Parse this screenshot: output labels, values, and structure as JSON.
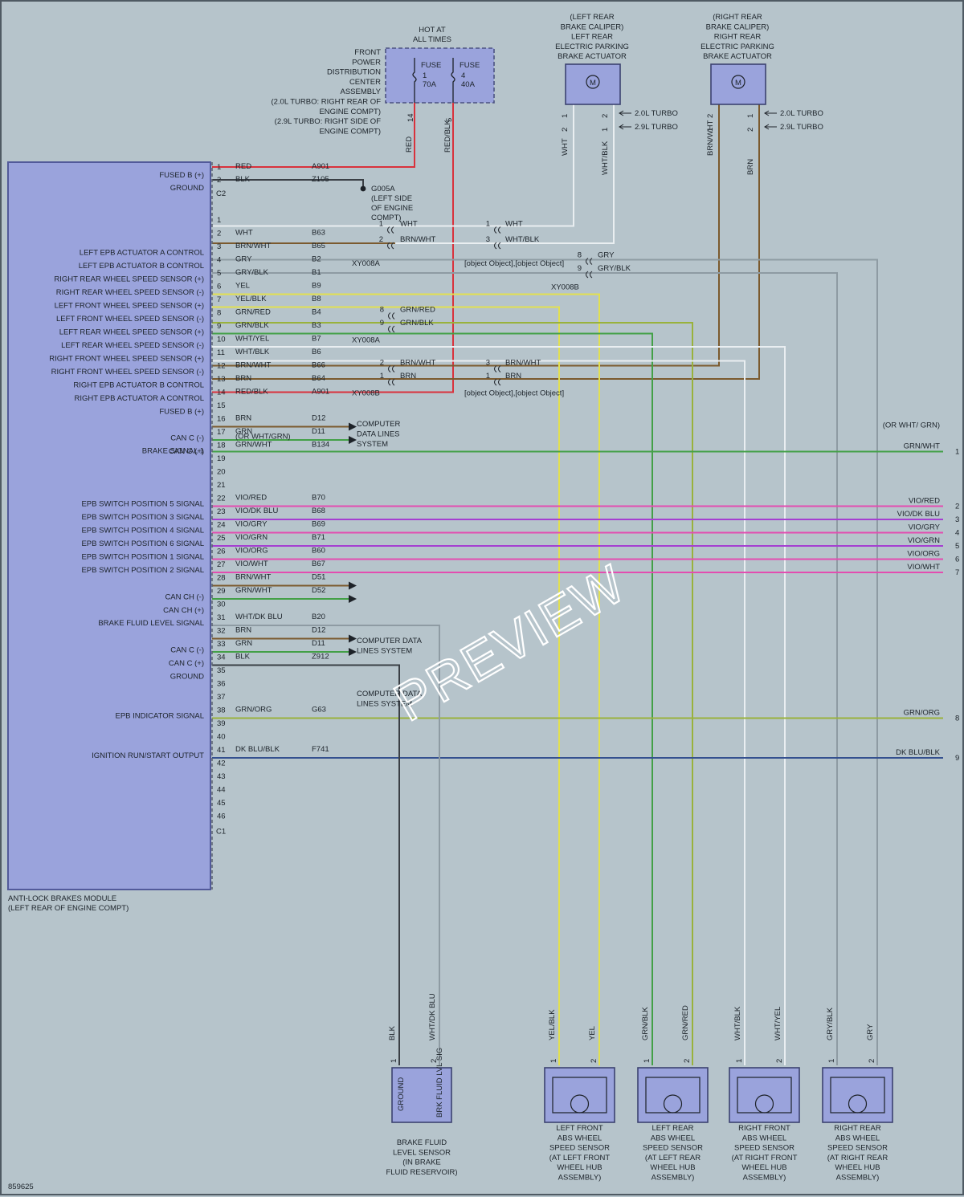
{
  "module": {
    "name_lines": [
      "ANTI-LOCK BRAKES MODULE",
      "(LEFT REAR OF ENGINE COMPT)"
    ],
    "connector_c2": "C2",
    "connector_c1": "C1"
  },
  "c2_pins": [
    {
      "pin": "1",
      "label": "FUSED B (+)",
      "color": "RED",
      "circuit": "A901"
    },
    {
      "pin": "2",
      "label": "GROUND",
      "color": "BLK",
      "circuit": "Z105"
    }
  ],
  "c1_pins": [
    {
      "pin": "1",
      "label": "",
      "color": "",
      "circuit": ""
    },
    {
      "pin": "2",
      "label": "LEFT EPB ACTUATOR A CONTROL",
      "color": "WHT",
      "circuit": "B63"
    },
    {
      "pin": "3",
      "label": "LEFT EPB ACTUATOR B CONTROL",
      "color": "BRN/WHT",
      "circuit": "B65"
    },
    {
      "pin": "4",
      "label": "RIGHT REAR WHEEL SPEED SENSOR (+)",
      "color": "GRY",
      "circuit": "B2"
    },
    {
      "pin": "5",
      "label": "RIGHT REAR WHEEL SPEED SENSOR (-)",
      "color": "GRY/BLK",
      "circuit": "B1"
    },
    {
      "pin": "6",
      "label": "LEFT FRONT WHEEL SPEED SENSOR (+)",
      "color": "YEL",
      "circuit": "B9"
    },
    {
      "pin": "7",
      "label": "LEFT FRONT WHEEL SPEED SENSOR (-)",
      "color": "YEL/BLK",
      "circuit": "B8"
    },
    {
      "pin": "8",
      "label": "LEFT REAR WHEEL SPEED SENSOR (+)",
      "color": "GRN/RED",
      "circuit": "B4"
    },
    {
      "pin": "9",
      "label": "LEFT REAR WHEEL SPEED SENSOR (-)",
      "color": "GRN/BLK",
      "circuit": "B3"
    },
    {
      "pin": "10",
      "label": "RIGHT FRONT WHEEL SPEED SENSOR (+)",
      "color": "WHT/YEL",
      "circuit": "B7"
    },
    {
      "pin": "11",
      "label": "RIGHT FRONT WHEEL SPEED SENSOR (-)",
      "color": "WHT/BLK",
      "circuit": "B6"
    },
    {
      "pin": "12",
      "label": "RIGHT EPB ACTUATOR B CONTROL",
      "color": "BRN/WHT",
      "circuit": "B66"
    },
    {
      "pin": "13",
      "label": "RIGHT EPB ACTUATOR A CONTROL",
      "color": "BRN",
      "circuit": "B64"
    },
    {
      "pin": "14",
      "label": "FUSED B (+)",
      "color": "RED/BLK",
      "circuit": "A901"
    },
    {
      "pin": "15",
      "label": "",
      "color": "",
      "circuit": ""
    },
    {
      "pin": "16",
      "label": "CAN C (-)",
      "color": "BRN",
      "circuit": "D12"
    },
    {
      "pin": "17",
      "label": "CAN C (+)",
      "color": "GRN",
      "circuit": "D11"
    },
    {
      "pin": "18",
      "label": "BRAKE SIGNAL 1",
      "color": "GRN/WHT",
      "circuit": "B134",
      "note": "(OR WHT/GRN)"
    },
    {
      "pin": "19",
      "label": "",
      "color": "",
      "circuit": ""
    },
    {
      "pin": "20",
      "label": "",
      "color": "",
      "circuit": ""
    },
    {
      "pin": "21",
      "label": "",
      "color": "",
      "circuit": ""
    },
    {
      "pin": "22",
      "label": "EPB SWITCH POSITION 5 SIGNAL",
      "color": "VIO/RED",
      "circuit": "B70"
    },
    {
      "pin": "23",
      "label": "EPB SWITCH POSITION 3 SIGNAL",
      "color": "VIO/DK BLU",
      "circuit": "B68"
    },
    {
      "pin": "24",
      "label": "EPB SWITCH POSITION 4 SIGNAL",
      "color": "VIO/GRY",
      "circuit": "B69"
    },
    {
      "pin": "25",
      "label": "EPB SWITCH POSITION 6 SIGNAL",
      "color": "VIO/GRN",
      "circuit": "B71"
    },
    {
      "pin": "26",
      "label": "EPB SWITCH POSITION 1 SIGNAL",
      "color": "VIO/ORG",
      "circuit": "B60"
    },
    {
      "pin": "27",
      "label": "EPB SWITCH POSITION 2 SIGNAL",
      "color": "VIO/WHT",
      "circuit": "B67"
    },
    {
      "pin": "28",
      "label": "CAN CH (-)",
      "color": "BRN/WHT",
      "circuit": "D51"
    },
    {
      "pin": "29",
      "label": "CAN CH (+)",
      "color": "GRN/WHT",
      "circuit": "D52"
    },
    {
      "pin": "30",
      "label": "",
      "color": "",
      "circuit": ""
    },
    {
      "pin": "31",
      "label": "BRAKE FLUID LEVEL SIGNAL",
      "color": "WHT/DK BLU",
      "circuit": "B20"
    },
    {
      "pin": "32",
      "label": "CAN C (-)",
      "color": "BRN",
      "circuit": "D12"
    },
    {
      "pin": "33",
      "label": "CAN C (+)",
      "color": "GRN",
      "circuit": "D11"
    },
    {
      "pin": "34",
      "label": "GROUND",
      "color": "BLK",
      "circuit": "Z912"
    },
    {
      "pin": "35",
      "label": "",
      "color": "",
      "circuit": ""
    },
    {
      "pin": "36",
      "label": "",
      "color": "",
      "circuit": ""
    },
    {
      "pin": "37",
      "label": "",
      "color": "",
      "circuit": ""
    },
    {
      "pin": "38",
      "label": "EPB INDICATOR SIGNAL",
      "color": "GRN/ORG",
      "circuit": "G63"
    },
    {
      "pin": "39",
      "label": "",
      "color": "",
      "circuit": ""
    },
    {
      "pin": "40",
      "label": "",
      "color": "",
      "circuit": ""
    },
    {
      "pin": "41",
      "label": "IGNITION RUN/START OUTPUT",
      "color": "DK BLU/BLK",
      "circuit": "F741"
    },
    {
      "pin": "42",
      "label": "",
      "color": "",
      "circuit": ""
    },
    {
      "pin": "43",
      "label": "",
      "color": "",
      "circuit": ""
    },
    {
      "pin": "44",
      "label": "",
      "color": "",
      "circuit": ""
    },
    {
      "pin": "45",
      "label": "",
      "color": "",
      "circuit": ""
    },
    {
      "pin": "46",
      "label": "",
      "color": "",
      "circuit": ""
    }
  ],
  "fuse_block": {
    "hot_lines": [
      "HOT AT",
      "ALL TIMES"
    ],
    "name_lines": [
      "FRONT",
      "POWER",
      "DISTRIBUTION",
      "CENTER",
      "ASSEMBLY",
      "(2.0L TURBO: RIGHT REAR OF",
      "ENGINE COMPT)",
      "(2.9L TURBO: RIGHT SIDE OF",
      "ENGINE COMPT)"
    ],
    "fuses": [
      {
        "label": "FUSE",
        "number": "1",
        "rating": "70A",
        "pin": "14",
        "wire": "RED"
      },
      {
        "label": "FUSE",
        "number": "4",
        "rating": "40A",
        "pin": "5",
        "wire": "RED/BLK"
      }
    ]
  },
  "ground_g005a": {
    "lines": [
      "G005A",
      "(LEFT SIDE",
      "OF ENGINE",
      "COMPT)"
    ]
  },
  "actuators": [
    {
      "lines": [
        "(LEFT REAR",
        "BRAKE CALIPER)",
        "LEFT REAR",
        "ELECTRIC PARKING",
        "BRAKE ACTUATOR"
      ],
      "motor": "M",
      "pins": [
        {
          "a": "1",
          "b": "2",
          "wire": "WHT"
        },
        {
          "a": "2",
          "b": "1",
          "wire": "WHT/BLK"
        }
      ],
      "turbo": [
        "2.0L TURBO",
        "2.9L TURBO"
      ]
    },
    {
      "lines": [
        "(RIGHT REAR",
        "BRAKE CALIPER)",
        "RIGHT REAR",
        "ELECTRIC PARKING",
        "BRAKE ACTUATOR"
      ],
      "motor": "M",
      "pins": [
        {
          "a": "2",
          "b": "1",
          "wire": "BRN/WHT"
        },
        {
          "a": "1",
          "b": "2",
          "wire": "BRN"
        }
      ],
      "turbo": [
        "2.0L TURBO",
        "2.9L TURBO"
      ]
    }
  ],
  "inline_connectors": {
    "xy008a": "XY008A",
    "xy008b": "XY008B",
    "xy214": [
      {
        "pin": "1",
        "color": "WHT"
      },
      {
        "pin": "3",
        "color": "WHT/BLK"
      }
    ],
    "xy215": [
      {
        "pin": "3",
        "color": "BRN/WHT"
      },
      {
        "pin": "1",
        "color": "BRN"
      }
    ],
    "xy008a_left": [
      {
        "pin": "1",
        "color": "WHT"
      },
      {
        "pin": "2",
        "color": "BRN/WHT"
      }
    ],
    "xy008b_upper": [
      {
        "pin": "8",
        "color": "GRY"
      },
      {
        "pin": "9",
        "color": "GRY/BLK"
      }
    ],
    "xy008a_mid": [
      {
        "pin": "8",
        "color": "GRN/RED"
      },
      {
        "pin": "9",
        "color": "GRN/BLK"
      }
    ],
    "xy008b_lower": [
      {
        "pin": "2",
        "color": "BRN/WHT"
      },
      {
        "pin": "1",
        "color": "BRN"
      }
    ]
  },
  "data_bus": {
    "lines1": [
      "COMPUTER",
      "DATA LINES",
      "SYSTEM"
    ],
    "lines2": [
      "COMPUTER DATA",
      "LINES SYSTEM"
    ],
    "lines3": [
      "COMPUTER DATA",
      "LINES SYSTEM"
    ]
  },
  "right_outputs": [
    {
      "pin": "1",
      "color": "GRN/WHT",
      "note": "(OR WHT/ GRN)"
    },
    {
      "pin": "2",
      "color": "VIO/RED"
    },
    {
      "pin": "3",
      "color": "VIO/DK BLU"
    },
    {
      "pin": "4",
      "color": "VIO/GRY"
    },
    {
      "pin": "5",
      "color": "VIO/GRN"
    },
    {
      "pin": "6",
      "color": "VIO/ORG"
    },
    {
      "pin": "7",
      "color": "VIO/WHT"
    },
    {
      "pin": "8",
      "color": "GRN/ORG"
    },
    {
      "pin": "9",
      "color": "DK BLU/BLK"
    }
  ],
  "bottom_components": [
    {
      "name_lines": [
        "BRAKE FLUID",
        "LEVEL SENSOR",
        "(IN BRAKE",
        "FLUID RESERVOIR)"
      ],
      "pins": [
        {
          "pin": "1",
          "wire": "BLK",
          "inner": "GROUND"
        },
        {
          "pin": "2",
          "wire": "WHT/DK BLU",
          "inner": "BRK FLUID LVL SIG"
        }
      ]
    },
    {
      "name_lines": [
        "LEFT FRONT",
        "ABS WHEEL",
        "SPEED SENSOR",
        "(AT LEFT FRONT",
        "WHEEL HUB",
        "ASSEMBLY)"
      ],
      "pins": [
        {
          "pin": "1",
          "wire": "YEL/BLK"
        },
        {
          "pin": "2",
          "wire": "YEL"
        }
      ]
    },
    {
      "name_lines": [
        "LEFT REAR",
        "ABS WHEEL",
        "SPEED SENSOR",
        "(AT LEFT REAR",
        "WHEEL HUB",
        "ASSEMBLY)"
      ],
      "pins": [
        {
          "pin": "1",
          "wire": "GRN/BLK"
        },
        {
          "pin": "2",
          "wire": "GRN/RED"
        }
      ]
    },
    {
      "name_lines": [
        "RIGHT FRONT",
        "ABS WHEEL",
        "SPEED SENSOR",
        "(AT RIGHT FRONT",
        "WHEEL HUB",
        "ASSEMBLY)"
      ],
      "pins": [
        {
          "pin": "1",
          "wire": "WHT/BLK"
        },
        {
          "pin": "2",
          "wire": "WHT/YEL"
        }
      ]
    },
    {
      "name_lines": [
        "RIGHT REAR",
        "ABS WHEEL",
        "SPEED SENSOR",
        "(AT RIGHT REAR",
        "WHEEL HUB",
        "ASSEMBLY)"
      ],
      "pins": [
        {
          "pin": "1",
          "wire": "GRY/BLK"
        },
        {
          "pin": "2",
          "wire": "GRY"
        }
      ]
    }
  ],
  "diagram_id": "859625",
  "watermark": "PREVIEW",
  "colors": {
    "background": "#b6c4cb",
    "module_fill": "#9aa3dc",
    "module_stroke": "#525a9a",
    "red": "#d9323c",
    "black": "#3a3f45",
    "white": "#e9eef1",
    "brown": "#7b5a2e",
    "gray": "#8e9ba3",
    "yellow": "#e2e051",
    "green": "#43a047",
    "violet": "#a53fd1",
    "magenta": "#e34db0",
    "dk_blue": "#34508f",
    "olive": "#99b23c"
  }
}
